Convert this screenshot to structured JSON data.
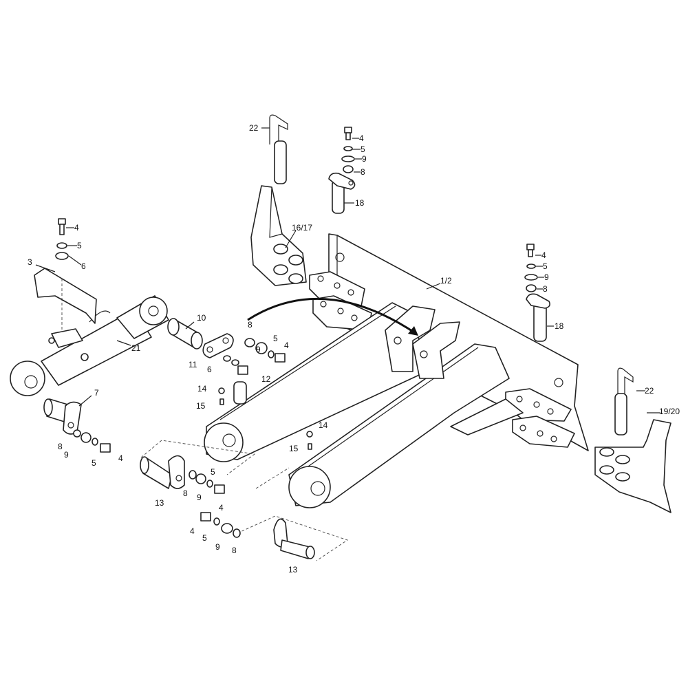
{
  "title": "Front blade assembly exploded parts view",
  "callouts": {
    "c22a": "22",
    "c4a": "4",
    "c5a": "5",
    "c9a": "9",
    "c8a": "8",
    "c18a": "18",
    "c1617": "16/17",
    "c4b": "4",
    "c5b": "5",
    "c6b": "6",
    "c3": "3",
    "c12main": "1/2",
    "c4c": "4",
    "c5c": "5",
    "c9c": "9",
    "c8c": "8",
    "c18c": "18",
    "c10": "10",
    "c8d": "8",
    "c5d": "5",
    "c4d": "4",
    "c9d": "9",
    "c11": "11",
    "c6d": "6",
    "c12": "12",
    "c21": "21",
    "c14a": "14",
    "c15a": "15",
    "c7": "7",
    "c22b": "22",
    "c1920": "19/20",
    "c14b": "14",
    "c15b": "15",
    "c8e": "8",
    "c9e": "9",
    "c5e": "5",
    "c4e": "4",
    "c5f": "5",
    "c13a": "13",
    "c8f": "8",
    "c9f": "9",
    "c4f": "4",
    "c4g": "4",
    "c5g": "5",
    "c9g": "9",
    "c8g": "8",
    "c13b": "13"
  }
}
